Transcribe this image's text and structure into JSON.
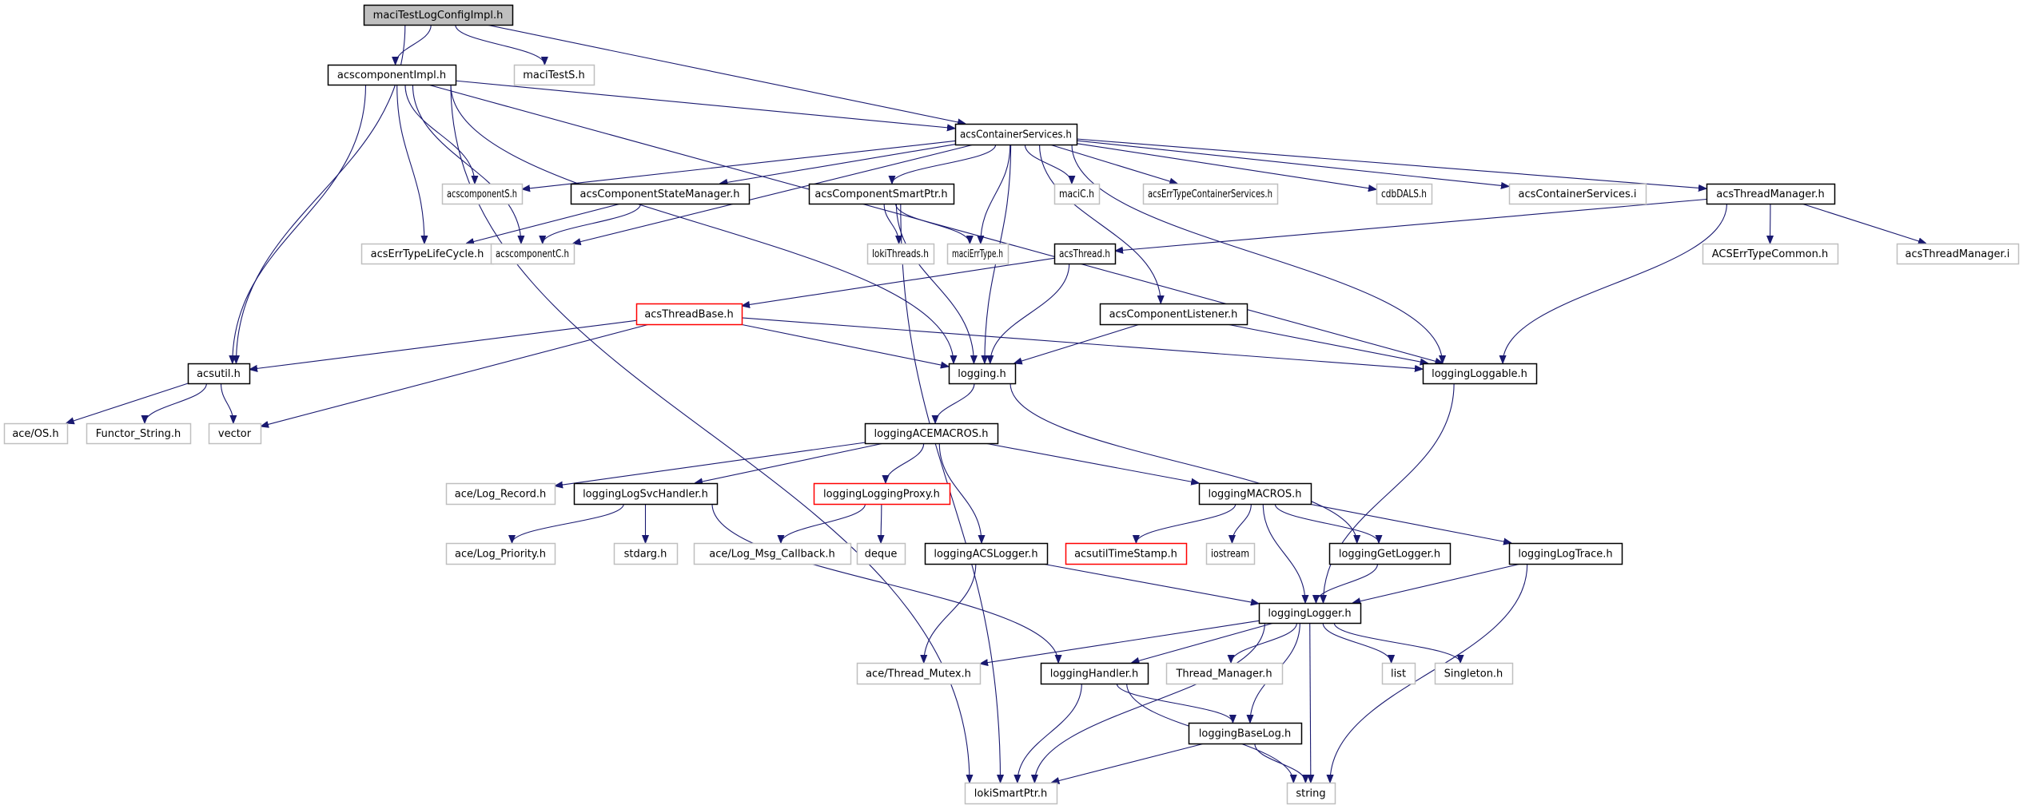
{
  "diagram": {
    "title": "maciTestLogConfigImpl.h include dependency graph",
    "colors": {
      "edge": "#191970",
      "root_fill": "#bfbfbf",
      "std_border": "#000000",
      "ext_border": "#bfbfbf",
      "truncated_border": "#ff0000"
    },
    "nodes": [
      {
        "id": "root",
        "label": "maciTestLogConfigImpl.h",
        "style": "root"
      },
      {
        "id": "acscomponentImpl",
        "label": "acscomponentImpl.h",
        "style": "std"
      },
      {
        "id": "maciTestS",
        "label": "maciTestS.h",
        "style": "ext"
      },
      {
        "id": "acsContainerServices",
        "label": "acsContainerServices.h",
        "style": "std"
      },
      {
        "id": "acscomponentS",
        "label": "acscomponentS.h",
        "style": "ext"
      },
      {
        "id": "acsComponentStateManager",
        "label": "acsComponentStateManager.h",
        "style": "std"
      },
      {
        "id": "acsComponentSmartPtr",
        "label": "acsComponentSmartPtr.h",
        "style": "std"
      },
      {
        "id": "maciC",
        "label": "maciC.h",
        "style": "ext"
      },
      {
        "id": "acsErrTypeContainerServices",
        "label": "acsErrTypeContainerServices.h",
        "style": "ext"
      },
      {
        "id": "cdbDALS",
        "label": "cdbDALS.h",
        "style": "ext"
      },
      {
        "id": "acsContainerServicesI",
        "label": "acsContainerServices.i",
        "style": "ext"
      },
      {
        "id": "acsThreadManager",
        "label": "acsThreadManager.h",
        "style": "std"
      },
      {
        "id": "acsErrTypeLifeCycle",
        "label": "acsErrTypeLifeCycle.h",
        "style": "ext"
      },
      {
        "id": "acscomponentC",
        "label": "acscomponentC.h",
        "style": "ext"
      },
      {
        "id": "lokiThreads",
        "label": "lokiThreads.h",
        "style": "ext"
      },
      {
        "id": "maciErrType",
        "label": "maciErrType.h",
        "style": "ext"
      },
      {
        "id": "acsThread",
        "label": "acsThread.h",
        "style": "std"
      },
      {
        "id": "ACSErrTypeCommon",
        "label": "ACSErrTypeCommon.h",
        "style": "ext"
      },
      {
        "id": "acsThreadManagerI",
        "label": "acsThreadManager.i",
        "style": "ext"
      },
      {
        "id": "acsThreadBase",
        "label": "acsThreadBase.h",
        "style": "red"
      },
      {
        "id": "acsComponentListener",
        "label": "acsComponentListener.h",
        "style": "std"
      },
      {
        "id": "acsutil",
        "label": "acsutil.h",
        "style": "std"
      },
      {
        "id": "logging",
        "label": "logging.h",
        "style": "std"
      },
      {
        "id": "loggingLoggable",
        "label": "loggingLoggable.h",
        "style": "std"
      },
      {
        "id": "aceOS",
        "label": "ace/OS.h",
        "style": "ext"
      },
      {
        "id": "FunctorString",
        "label": "Functor_String.h",
        "style": "ext"
      },
      {
        "id": "vector",
        "label": "vector",
        "style": "ext"
      },
      {
        "id": "loggingACEMACROS",
        "label": "loggingACEMACROS.h",
        "style": "std"
      },
      {
        "id": "aceLogRecord",
        "label": "ace/Log_Record.h",
        "style": "ext"
      },
      {
        "id": "loggingLogSvcHandler",
        "label": "loggingLogSvcHandler.h",
        "style": "std"
      },
      {
        "id": "loggingLoggingProxy",
        "label": "loggingLoggingProxy.h",
        "style": "red"
      },
      {
        "id": "loggingMACROS",
        "label": "loggingMACROS.h",
        "style": "std"
      },
      {
        "id": "aceLogPriority",
        "label": "ace/Log_Priority.h",
        "style": "ext"
      },
      {
        "id": "stdarg",
        "label": "stdarg.h",
        "style": "ext"
      },
      {
        "id": "aceLogMsgCallback",
        "label": "ace/Log_Msg_Callback.h",
        "style": "ext"
      },
      {
        "id": "deque",
        "label": "deque",
        "style": "ext"
      },
      {
        "id": "loggingACSLogger",
        "label": "loggingACSLogger.h",
        "style": "std"
      },
      {
        "id": "acsutilTimeStamp",
        "label": "acsutilTimeStamp.h",
        "style": "red"
      },
      {
        "id": "iostream",
        "label": "iostream",
        "style": "ext"
      },
      {
        "id": "loggingGetLogger",
        "label": "loggingGetLogger.h",
        "style": "std"
      },
      {
        "id": "loggingLogTrace",
        "label": "loggingLogTrace.h",
        "style": "std"
      },
      {
        "id": "loggingLogger",
        "label": "loggingLogger.h",
        "style": "std"
      },
      {
        "id": "aceThreadMutex",
        "label": "ace/Thread_Mutex.h",
        "style": "ext"
      },
      {
        "id": "loggingHandler",
        "label": "loggingHandler.h",
        "style": "std"
      },
      {
        "id": "ThreadManager",
        "label": "Thread_Manager.h",
        "style": "ext"
      },
      {
        "id": "list",
        "label": "list",
        "style": "ext"
      },
      {
        "id": "Singleton",
        "label": "Singleton.h",
        "style": "ext"
      },
      {
        "id": "loggingBaseLog",
        "label": "loggingBaseLog.h",
        "style": "std"
      },
      {
        "id": "lokiSmartPtr",
        "label": "lokiSmartPtr.h",
        "style": "ext"
      },
      {
        "id": "string",
        "label": "string",
        "style": "ext"
      }
    ],
    "edges": [
      [
        "root",
        "acscomponentImpl"
      ],
      [
        "root",
        "maciTestS"
      ],
      [
        "root",
        "acsContainerServices"
      ],
      [
        "root",
        "acsutil"
      ],
      [
        "acscomponentImpl",
        "acsContainerServices"
      ],
      [
        "acscomponentImpl",
        "acscomponentS"
      ],
      [
        "acscomponentImpl",
        "acsErrTypeLifeCycle"
      ],
      [
        "acscomponentImpl",
        "acscomponentC"
      ],
      [
        "acscomponentImpl",
        "logging"
      ],
      [
        "acscomponentImpl",
        "loggingLoggable"
      ],
      [
        "acscomponentImpl",
        "acsutil"
      ],
      [
        "acscomponentImpl",
        "lokiSmartPtr"
      ],
      [
        "acsContainerServices",
        "acscomponentS"
      ],
      [
        "acsContainerServices",
        "acsComponentStateManager"
      ],
      [
        "acsContainerServices",
        "acsComponentSmartPtr"
      ],
      [
        "acsContainerServices",
        "maciC"
      ],
      [
        "acsContainerServices",
        "acsErrTypeContainerServices"
      ],
      [
        "acsContainerServices",
        "cdbDALS"
      ],
      [
        "acsContainerServices",
        "acsContainerServicesI"
      ],
      [
        "acsContainerServices",
        "acsThreadManager"
      ],
      [
        "acsContainerServices",
        "acscomponentC"
      ],
      [
        "acsContainerServices",
        "maciErrType"
      ],
      [
        "acsContainerServices",
        "logging"
      ],
      [
        "acsContainerServices",
        "acsComponentListener"
      ],
      [
        "acsContainerServices",
        "loggingLoggable"
      ],
      [
        "acsComponentStateManager",
        "acsErrTypeLifeCycle"
      ],
      [
        "acsComponentStateManager",
        "acscomponentC"
      ],
      [
        "acsComponentSmartPtr",
        "lokiThreads"
      ],
      [
        "acsComponentSmartPtr",
        "maciErrType"
      ],
      [
        "acsComponentSmartPtr",
        "logging"
      ],
      [
        "acsComponentSmartPtr",
        "lokiSmartPtr"
      ],
      [
        "acsThreadManager",
        "acsThread"
      ],
      [
        "acsThreadManager",
        "ACSErrTypeCommon"
      ],
      [
        "acsThreadManager",
        "acsThreadManagerI"
      ],
      [
        "acsThreadManager",
        "loggingLoggable"
      ],
      [
        "acsThread",
        "acsThreadBase"
      ],
      [
        "acsThread",
        "logging"
      ],
      [
        "acsThreadBase",
        "acsutil"
      ],
      [
        "acsThreadBase",
        "logging"
      ],
      [
        "acsThreadBase",
        "loggingLoggable"
      ],
      [
        "acsThreadBase",
        "vector"
      ],
      [
        "acsComponentListener",
        "logging"
      ],
      [
        "acsComponentListener",
        "loggingLoggable"
      ],
      [
        "acsutil",
        "aceOS"
      ],
      [
        "acsutil",
        "FunctorString"
      ],
      [
        "acsutil",
        "vector"
      ],
      [
        "logging",
        "loggingACEMACROS"
      ],
      [
        "logging",
        "loggingGetLogger"
      ],
      [
        "loggingLoggable",
        "loggingLogger"
      ],
      [
        "loggingACEMACROS",
        "aceLogRecord"
      ],
      [
        "loggingACEMACROS",
        "loggingLogSvcHandler"
      ],
      [
        "loggingACEMACROS",
        "loggingLoggingProxy"
      ],
      [
        "loggingACEMACROS",
        "loggingACSLogger"
      ],
      [
        "loggingACEMACROS",
        "loggingMACROS"
      ],
      [
        "loggingLogSvcHandler",
        "aceLogPriority"
      ],
      [
        "loggingLogSvcHandler",
        "stdarg"
      ],
      [
        "loggingLogSvcHandler",
        "loggingHandler"
      ],
      [
        "loggingLoggingProxy",
        "aceLogMsgCallback"
      ],
      [
        "loggingLoggingProxy",
        "deque"
      ],
      [
        "loggingMACROS",
        "acsutilTimeStamp"
      ],
      [
        "loggingMACROS",
        "iostream"
      ],
      [
        "loggingMACROS",
        "loggingGetLogger"
      ],
      [
        "loggingMACROS",
        "loggingLogTrace"
      ],
      [
        "loggingMACROS",
        "loggingLogger"
      ],
      [
        "loggingACSLogger",
        "aceThreadMutex"
      ],
      [
        "loggingACSLogger",
        "loggingLogger"
      ],
      [
        "loggingGetLogger",
        "loggingLogger"
      ],
      [
        "loggingLogTrace",
        "loggingLogger"
      ],
      [
        "loggingLogTrace",
        "string"
      ],
      [
        "loggingLogger",
        "aceThreadMutex"
      ],
      [
        "loggingLogger",
        "loggingHandler"
      ],
      [
        "loggingLogger",
        "ThreadManager"
      ],
      [
        "loggingLogger",
        "list"
      ],
      [
        "loggingLogger",
        "Singleton"
      ],
      [
        "loggingLogger",
        "loggingBaseLog"
      ],
      [
        "loggingLogger",
        "lokiSmartPtr"
      ],
      [
        "loggingLogger",
        "string"
      ],
      [
        "loggingHandler",
        "loggingBaseLog"
      ],
      [
        "loggingHandler",
        "lokiSmartPtr"
      ],
      [
        "loggingHandler",
        "string"
      ],
      [
        "loggingBaseLog",
        "lokiSmartPtr"
      ],
      [
        "loggingBaseLog",
        "string"
      ]
    ]
  }
}
